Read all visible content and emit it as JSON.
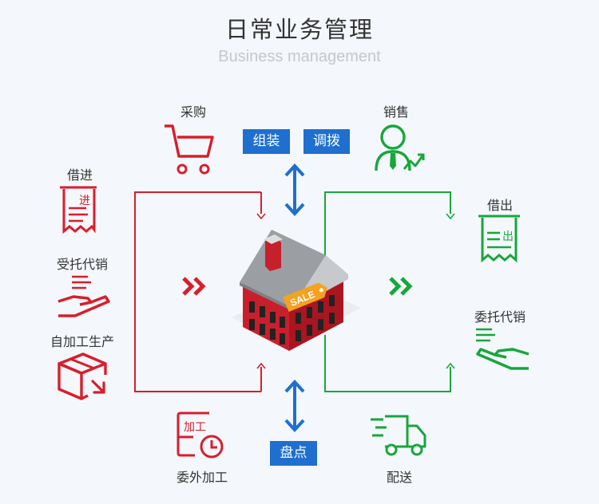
{
  "header": {
    "title": "日常业务管理",
    "subtitle": "Business management"
  },
  "left": {
    "borrow_in": "借进",
    "consign_in": "受托代销",
    "self_production": "自加工生产",
    "borrow_in_tag": "进"
  },
  "top": {
    "purchase": "采购",
    "sales": "销售",
    "assemble": "组装",
    "transfer": "调拨"
  },
  "right": {
    "borrow_out": "借出",
    "consign_out": "委托代销",
    "borrow_out_tag": "出"
  },
  "bottom": {
    "outsourced": "委外加工",
    "outsourced_tag": "加工",
    "delivery": "配送",
    "stocktake": "盘点"
  },
  "center": {
    "sale_tag": "SALE"
  },
  "colors": {
    "red": "#d81e2c",
    "green": "#17a73c",
    "blue": "#1f6fcf",
    "gray": "#a9acb0"
  }
}
